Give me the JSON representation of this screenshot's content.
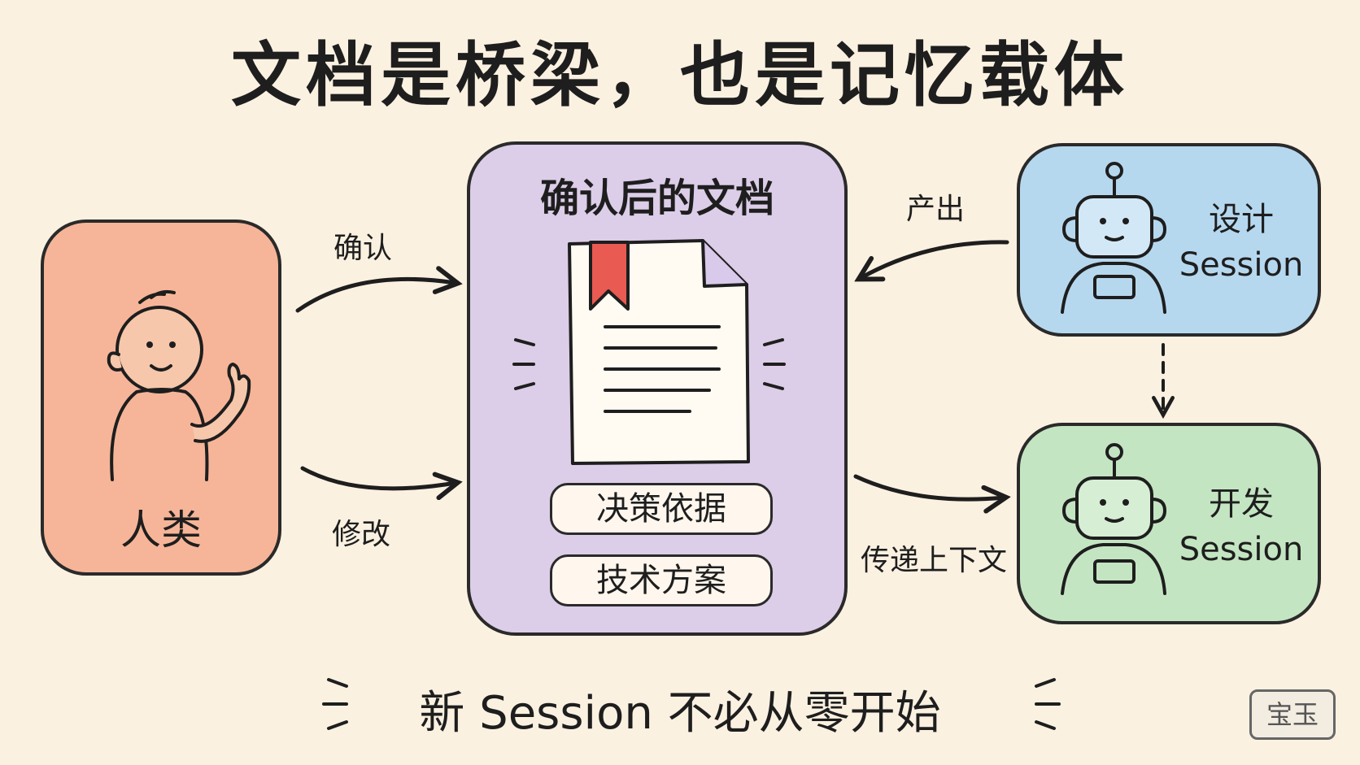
{
  "title": "文档是桥梁，也是记忆载体",
  "nodes": {
    "human": {
      "label": "人类",
      "fill": "#f6b598"
    },
    "document": {
      "title": "确认后的文档",
      "fill": "#dccde8",
      "tags": [
        "决策依据",
        "技术方案"
      ]
    },
    "design_session": {
      "line1": "设计",
      "line2": "Session",
      "fill": "#b6d8ef"
    },
    "dev_session": {
      "line1": "开发",
      "line2": "Session",
      "fill": "#c4e5c2"
    }
  },
  "edges": {
    "confirm": "确认",
    "modify": "修改",
    "produce": "产出",
    "pass_context": "传递上下文"
  },
  "footer": "新 Session 不必从零开始",
  "stamp": "宝玉",
  "colors": {
    "background": "#fbf1e1",
    "bookmark": "#e85a52",
    "ink": "#1e1e1e"
  }
}
